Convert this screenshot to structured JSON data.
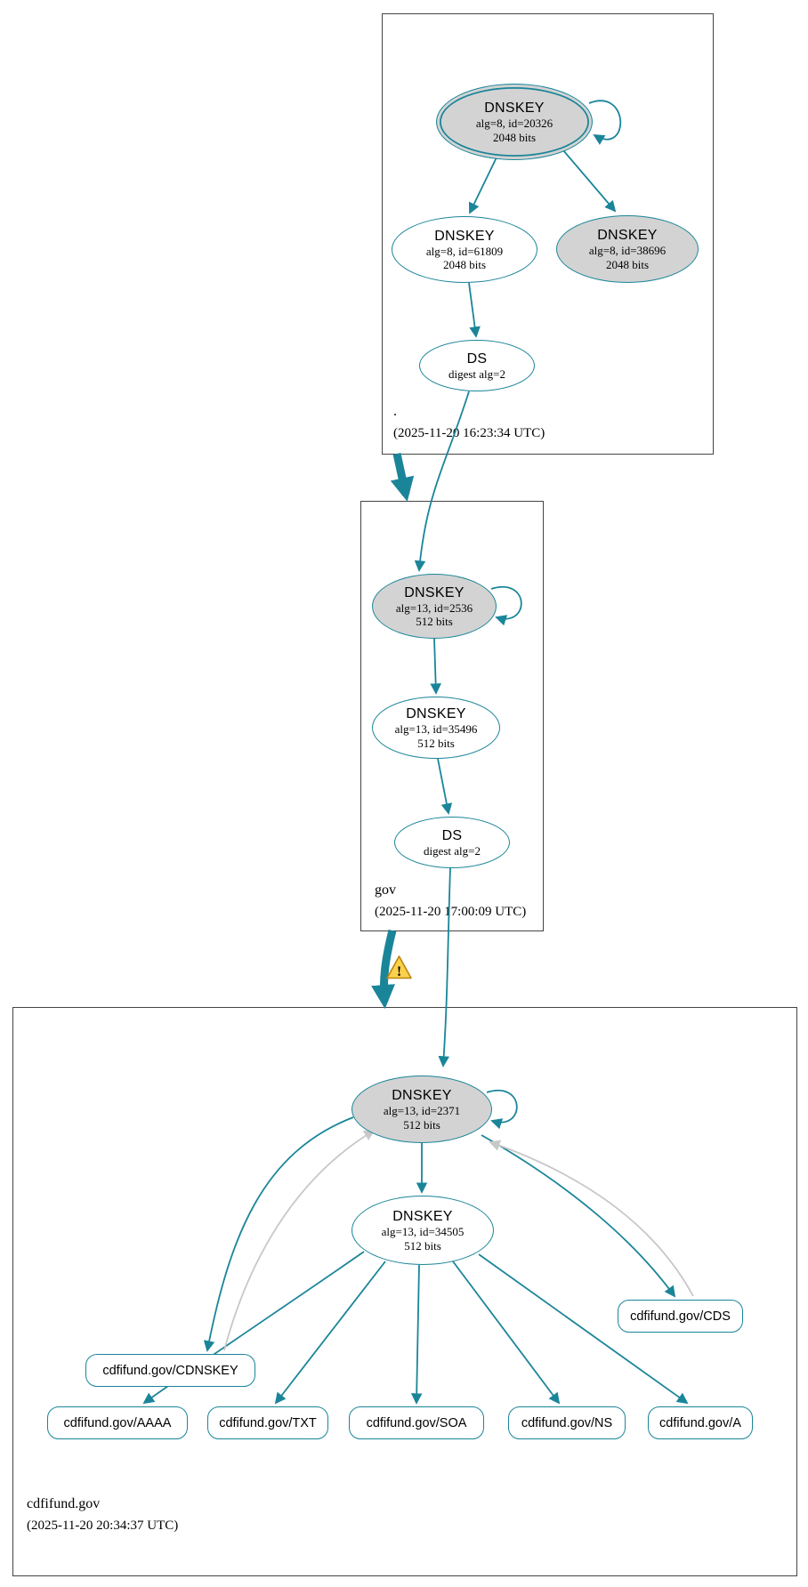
{
  "colors": {
    "edge_teal": "#1a8599",
    "edge_gray": "#c8c8c8",
    "node_fill": "#d3d3d3",
    "zone_border": "#444444",
    "warning_fill": "#fcd04c",
    "warning_stroke": "#b8860b"
  },
  "zones": [
    {
      "label": ".",
      "timestamp": "(2025-11-20 16:23:34 UTC)"
    },
    {
      "label": "gov",
      "timestamp": "(2025-11-20 17:00:09 UTC)"
    },
    {
      "label": "cdfifund.gov",
      "timestamp": "(2025-11-20 20:34:37 UTC)"
    }
  ],
  "nodes": {
    "root_ksk": {
      "type": "DNSKEY",
      "detail": "alg=8, id=20326",
      "size": "2048 bits"
    },
    "root_zsk": {
      "type": "DNSKEY",
      "detail": "alg=8, id=61809",
      "size": "2048 bits"
    },
    "root_ksk2": {
      "type": "DNSKEY",
      "detail": "alg=8, id=38696",
      "size": "2048 bits"
    },
    "root_ds": {
      "type": "DS",
      "detail": "digest alg=2"
    },
    "gov_ksk": {
      "type": "DNSKEY",
      "detail": "alg=13, id=2536",
      "size": "512 bits"
    },
    "gov_zsk": {
      "type": "DNSKEY",
      "detail": "alg=13, id=35496",
      "size": "512 bits"
    },
    "gov_ds": {
      "type": "DS",
      "detail": "digest alg=2"
    },
    "cdfifund_ksk": {
      "type": "DNSKEY",
      "detail": "alg=13, id=2371",
      "size": "512 bits"
    },
    "cdfifund_zsk": {
      "type": "DNSKEY",
      "detail": "alg=13, id=34505",
      "size": "512 bits"
    }
  },
  "records": {
    "cds": {
      "label": "cdfifund.gov/CDS"
    },
    "cdnskey": {
      "label": "cdfifund.gov/CDNSKEY"
    },
    "aaaa": {
      "label": "cdfifund.gov/AAAA"
    },
    "txt": {
      "label": "cdfifund.gov/TXT"
    },
    "soa": {
      "label": "cdfifund.gov/SOA"
    },
    "ns": {
      "label": "cdfifund.gov/NS"
    },
    "a": {
      "label": "cdfifund.gov/A"
    }
  },
  "warning": {
    "glyph": "!"
  }
}
